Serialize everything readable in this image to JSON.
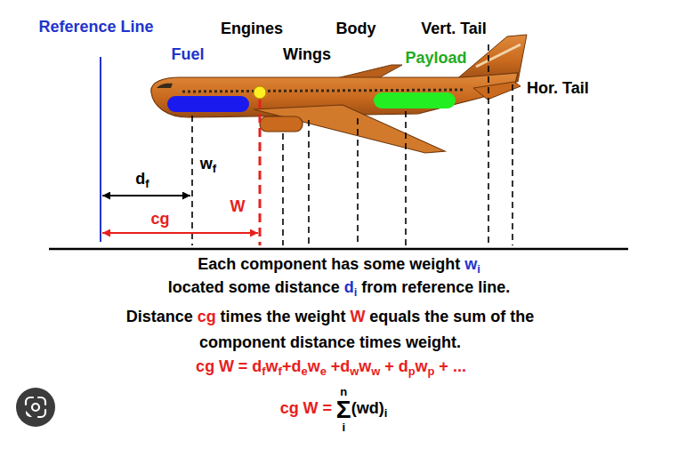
{
  "diagram": {
    "labels": [
      "Reference Line",
      "Engines",
      "Body",
      "Vert. Tail",
      "Fuel",
      "Wings",
      "Payload",
      "Hor. Tail",
      "d",
      "f",
      "w",
      "f",
      "W",
      "cg",
      "Each component has some weight",
      "w",
      "i",
      "located some distance",
      "d",
      "i",
      "from reference line.",
      "Distance",
      "cg",
      "times the weight",
      "W",
      "equals the sum of the",
      "component distance times weight.",
      "cg",
      "W",
      "=",
      "d",
      "f",
      "w",
      "f",
      "+",
      "d",
      "e",
      "w",
      "e",
      "+",
      "d",
      "w",
      "w",
      "w",
      "+",
      "d",
      "p",
      "w",
      "p",
      "+ ...",
      "cg",
      "W",
      "=",
      "n",
      "Σ",
      "i",
      "(wd)",
      "i"
    ]
  }
}
